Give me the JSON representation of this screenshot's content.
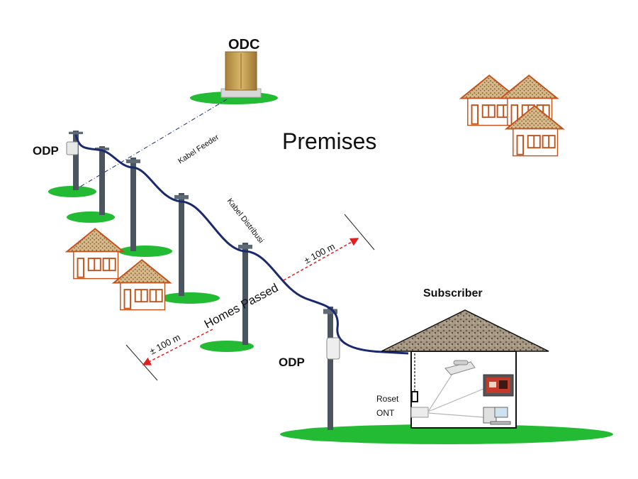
{
  "labels": {
    "odc": "ODC",
    "premises": "Premises",
    "odp_top": "ODP",
    "odp_bottom": "ODP",
    "kabel_feeder": "Kabel Feeder",
    "kabel_distribusi": "Kabel Distribusi",
    "homes_passed": "Homes Passed",
    "distance_upper": "± 100 m",
    "distance_lower": "± 100 m",
    "subscriber": "Subscriber",
    "roset": "Roset",
    "ont": "ONT"
  },
  "colors": {
    "grass": "#22bb33",
    "pole": "#4a5560",
    "cable": "#1a2a6c",
    "roof": "#a08868",
    "house_trim": "#c0521a",
    "cabinet": "#c9a35a",
    "arrow": "#e02020"
  },
  "icons": {
    "phone": "telephone-icon",
    "tv": "television-icon",
    "pc": "computer-icon"
  }
}
